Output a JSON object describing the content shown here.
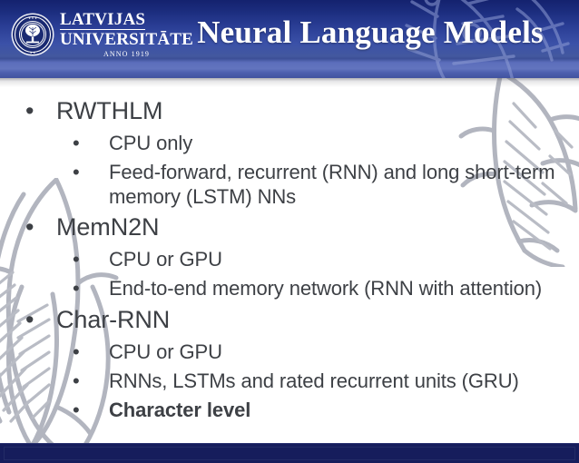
{
  "header": {
    "title": "Neural Language Models",
    "logo": {
      "line1": "LATVIJAS",
      "line2": "UNIVERSITĀTE",
      "anno": "ANNO 1919",
      "seal_name": "university-seal-tree"
    },
    "colors": {
      "gradient_top": "#14226e",
      "gradient_mid": "#3b51a8",
      "gradient_band": "#6274be",
      "title_color": "#ffffff"
    }
  },
  "body": {
    "text_color": "#3d4045",
    "bullet_glyph": "•",
    "items": [
      {
        "level": 1,
        "text": "RWTHLM",
        "bold": false
      },
      {
        "level": 2,
        "text": "CPU only",
        "bold": false
      },
      {
        "level": 2,
        "text": "Feed-forward, recurrent (RNN) and long short-term memory (LSTM) NNs",
        "bold": false
      },
      {
        "level": 1,
        "text": "MemN2N",
        "bold": false
      },
      {
        "level": 2,
        "text": "CPU or GPU",
        "bold": false
      },
      {
        "level": 2,
        "text": "End-to-end memory network (RNN with attention)",
        "bold": false
      },
      {
        "level": 1,
        "text": "Char-RNN",
        "bold": false
      },
      {
        "level": 2,
        "text": "CPU or GPU",
        "bold": false
      },
      {
        "level": 2,
        "text": "RNNs, LSTMs and rated recurrent units (GRU)",
        "bold": false
      },
      {
        "level": 2,
        "text": "Character level",
        "bold": true
      }
    ]
  },
  "decor": {
    "watermark_color": "#b2b5bf",
    "left_ornament": "feather-leaf-ornament",
    "right_ornament": "arrow-feather-ornament",
    "header_ornament": "arrow-head-ornament"
  },
  "footer": {
    "bar_color": "#161d5c"
  }
}
